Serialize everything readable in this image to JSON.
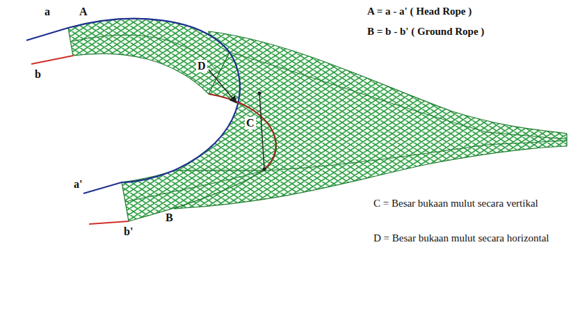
{
  "diagram": {
    "labels": [
      "a",
      "A",
      "A = a - a' ( Head Rope )",
      "B = b - b' ( Ground Rope )",
      "b",
      "D",
      "C",
      "a'",
      "C = Besar bukaan mulut secara vertikal",
      "D = Besar bukaan mulut secara horizontal",
      "b'",
      "B"
    ]
  }
}
